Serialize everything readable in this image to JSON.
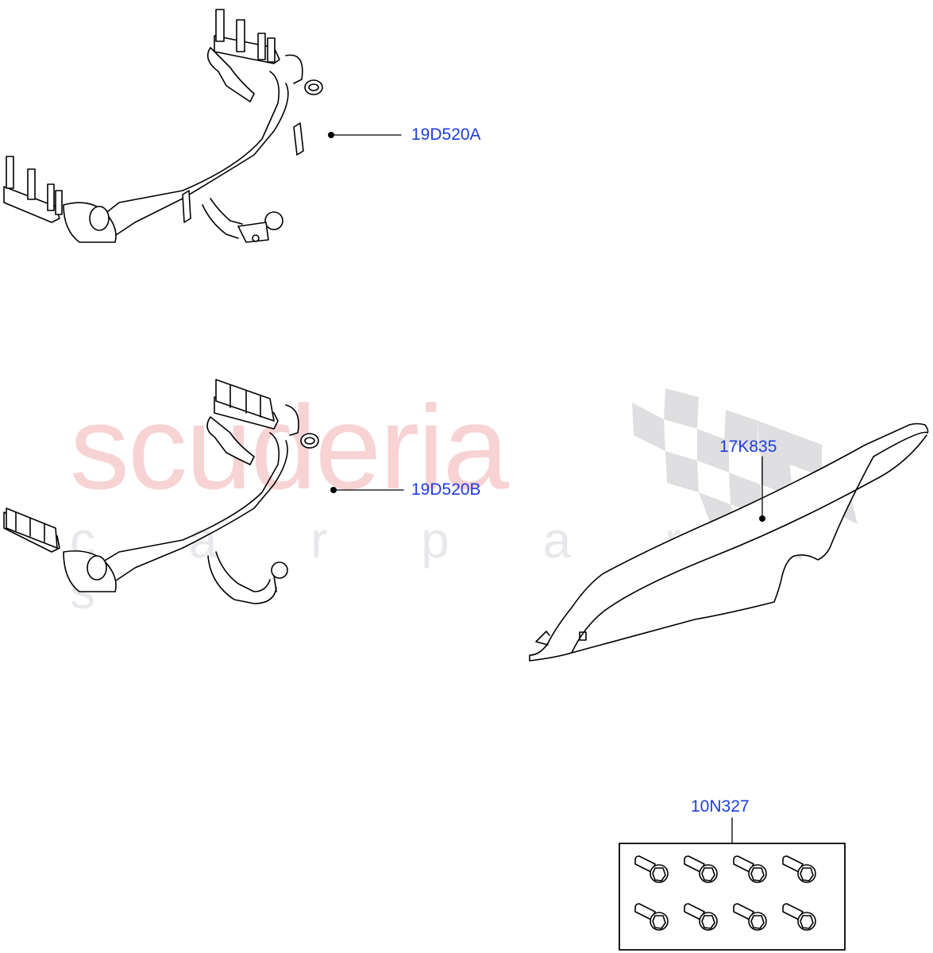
{
  "diagram": {
    "type": "exploded-parts-diagram",
    "watermark": {
      "brand": "scuderia",
      "sub": "c a r p a r t s",
      "brand_color": "#f8d3d4",
      "sub_color": "#e8e8ec"
    },
    "label_color": "#1e3ddc",
    "parts": [
      {
        "id": "19D520A",
        "label": "19D520A",
        "description": "tow-bar-with-detachable-ball-a"
      },
      {
        "id": "19D520B",
        "label": "19D520B",
        "description": "tow-bar-with-detachable-ball-b"
      },
      {
        "id": "17K835",
        "label": "17K835",
        "description": "bumper-valance-trim"
      },
      {
        "id": "10N327",
        "label": "10N327",
        "description": "bolt-kit",
        "bolt_count": 8
      }
    ]
  }
}
